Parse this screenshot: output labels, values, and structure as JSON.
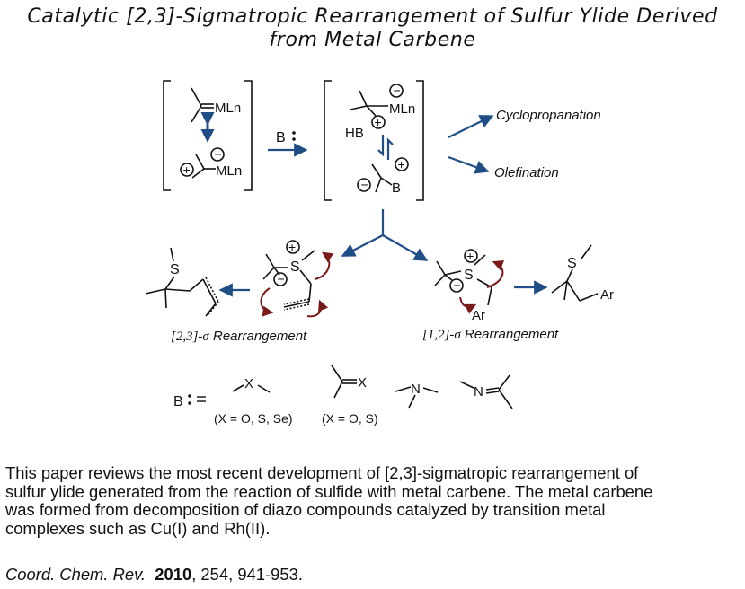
{
  "title": {
    "line1": "Catalytic [2,3]-Sigmatropic Rearrangement of Sulfur Ylide Derived",
    "line2": "from Metal Carbene"
  },
  "scheme": {
    "mln": "MLn",
    "base_label": "B",
    "hb": "HB",
    "b": "B",
    "cyclopropanation": "Cyclopropanation",
    "olefination": "Olefination",
    "s": "S",
    "ar": "Ar",
    "rearr_23_prefix": "[2,3]-",
    "rearr_12_prefix": "[1,2]-",
    "sigma": "σ",
    "rearr_word": " Rearrangement",
    "x": "X",
    "n": "N",
    "b_eq": "B",
    "x_options_1": "(X = O, S, Se)",
    "x_options_2": "(X = O, S)",
    "plus": "+",
    "minus": "−",
    "colors": {
      "arrow": "#1f4e86",
      "curved_arrow": "#7a1a1a",
      "ink": "#111111"
    }
  },
  "abstract": {
    "lines": [
      "This paper reviews the most recent development of [2,3]-sigmatropic rearrangement of",
      "sulfur ylide generated from the reaction of sulfide with metal carbene. The metal carbene",
      "was formed from decomposition of diazo compounds catalyzed by transition metal",
      "complexes such as Cu(I) and Rh(II)."
    ]
  },
  "citation": {
    "journal": "Coord. Chem. Rev.",
    "year": "2010",
    "rest": ", 254, 941-953."
  }
}
